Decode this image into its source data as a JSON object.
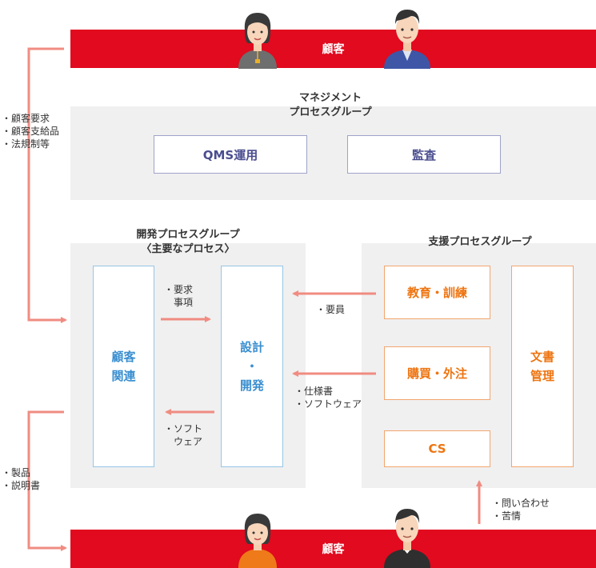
{
  "customer_top": {
    "label": "顧客"
  },
  "customer_bottom": {
    "label": "顧客"
  },
  "management": {
    "title_line1": "マネジメント",
    "title_line2": "プロセスグループ",
    "qms": "QMS運用",
    "audit": "監査"
  },
  "development": {
    "title_line1": "開発プロセスグループ",
    "title_line2": "〈主要なプロセス〉",
    "customer_related_line1": "顧客",
    "customer_related_line2": "関連",
    "design_line1": "設計",
    "design_line2": "・",
    "design_line3": "開発"
  },
  "support": {
    "title": "支援プロセスグループ",
    "education": "教育・訓練",
    "purchasing": "購買・外注",
    "cs": "CS",
    "document_line1": "文書",
    "document_line2": "管理"
  },
  "labels": {
    "customer_input_1": "・顧客要求",
    "customer_input_2": "・顧客支給品",
    "customer_input_3": "・法規制等",
    "requirements_1": "・要求",
    "requirements_2": "事項",
    "software_1": "・ソフト",
    "software_2": "ウェア",
    "personnel": "・要員",
    "spec_1": "・仕様書",
    "spec_2": "・ソフトウェア",
    "product_1": "・製品",
    "product_2": "・説明書",
    "inquiry_1": "・問い合わせ",
    "inquiry_2": "・苦情"
  },
  "colors": {
    "customer_bar": "#e10a1e",
    "arrow": "#f08c82",
    "panel": "#f0f0f0",
    "management_text": "#4a4e8f",
    "development_text": "#3a8fd0",
    "support_text": "#ee7410"
  }
}
